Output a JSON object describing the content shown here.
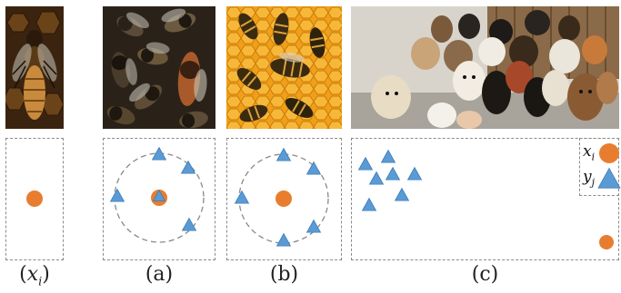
{
  "figure": {
    "photos": [
      {
        "subject": "single honeybee on honeycomb"
      },
      {
        "subject": "cluster of honeybees"
      },
      {
        "subject": "honeybees on golden honeycomb"
      },
      {
        "subject": "group of assorted dogs"
      }
    ],
    "captions": [
      {
        "prefix": "(",
        "var": "x",
        "sub": "i",
        "suffix": ")"
      },
      {
        "text": "(a)"
      },
      {
        "text": "(b)"
      },
      {
        "text": "(c)"
      }
    ],
    "legend": {
      "x_var": "x",
      "x_sub": "i",
      "y_var": "y",
      "y_sub": "j"
    },
    "colors": {
      "circle": "#E87D2F",
      "triangle": "#5B9BD5",
      "triangle_stroke": "#3E7CB8",
      "dashed": "#8a8a8a"
    }
  }
}
